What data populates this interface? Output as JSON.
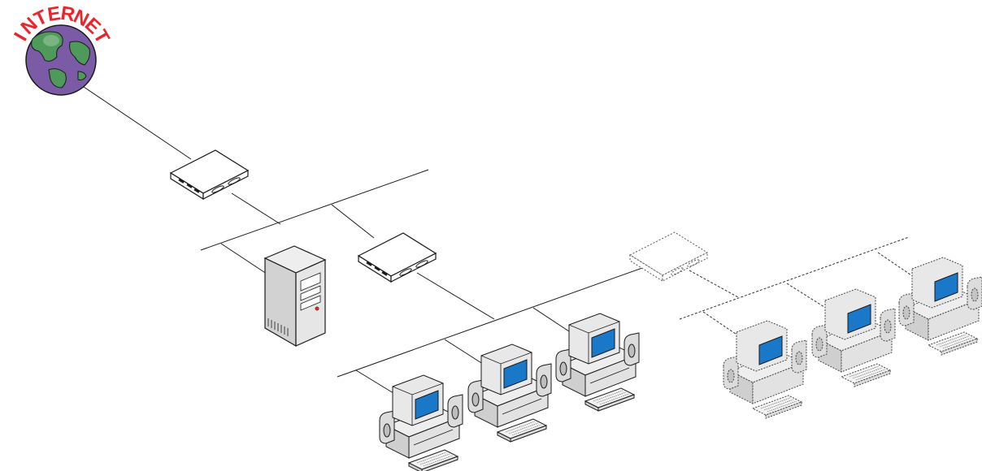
{
  "internet": {
    "label": "INTERNET",
    "letters": [
      "I",
      "N",
      "T",
      "E",
      "R",
      "N",
      "E",
      "T"
    ],
    "label_color": "#e8262b",
    "ocean_color": "#7b5aa6",
    "land_color": "#4f9a5a"
  },
  "devices": {
    "router_count": 3,
    "server_count": 1,
    "workstation_count": 6,
    "screen_color": "#1a78c8",
    "body_color": "#e6e6e6",
    "led_color": "#e8262b"
  },
  "styles": {
    "existing_network": "solid",
    "planned_network": "dashed"
  }
}
